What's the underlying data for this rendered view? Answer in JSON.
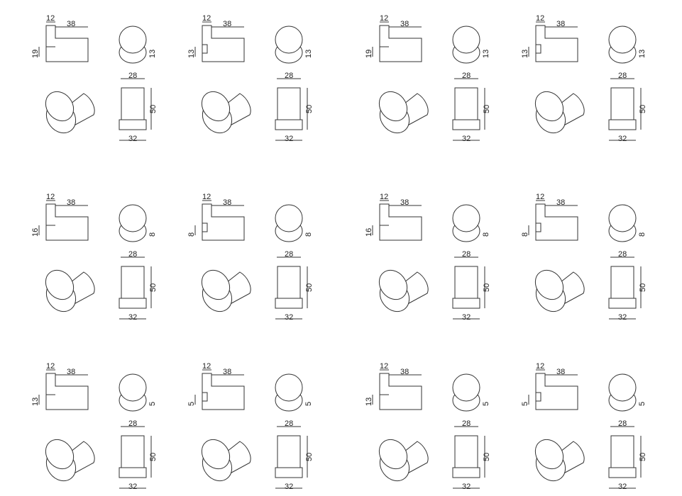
{
  "colors": {
    "line": "#333333",
    "text": "#222222",
    "background": "#ffffff"
  },
  "common": {
    "side_width": "12",
    "side_depth": "38",
    "front_width": "28",
    "front_height": "50",
    "front_base": "32"
  },
  "rows": [
    {
      "cells": [
        {
          "side_height": "19",
          "front_proj": "13",
          "variant": "plain"
        },
        {
          "side_height": "13",
          "front_proj": "13",
          "variant": "notched"
        },
        {
          "side_height": "19",
          "front_proj": "13",
          "variant": "plain"
        },
        {
          "side_height": "13",
          "front_proj": "13",
          "variant": "notched"
        }
      ]
    },
    {
      "cells": [
        {
          "side_height": "16",
          "front_proj": "8",
          "variant": "plain"
        },
        {
          "side_height": "8",
          "front_proj": "8",
          "variant": "notched"
        },
        {
          "side_height": "16",
          "front_proj": "8",
          "variant": "plain"
        },
        {
          "side_height": "8",
          "front_proj": "8",
          "variant": "notched"
        }
      ]
    },
    {
      "cells": [
        {
          "side_height": "13",
          "front_proj": "5",
          "variant": "plain"
        },
        {
          "side_height": "5",
          "front_proj": "5",
          "variant": "notched"
        },
        {
          "side_height": "13",
          "front_proj": "5",
          "variant": "plain"
        },
        {
          "side_height": "5",
          "front_proj": "5",
          "variant": "notched"
        }
      ]
    }
  ]
}
